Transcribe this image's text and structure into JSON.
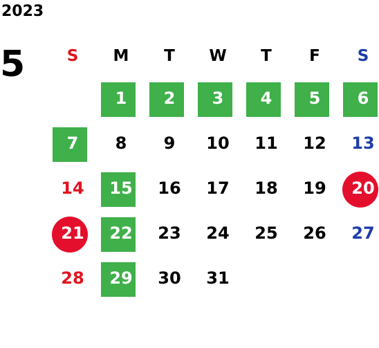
{
  "year": "2023",
  "month": "5",
  "colors": {
    "sunday": "#e0141e",
    "saturday": "#1e3da8",
    "default": "#000000",
    "on_marker": "#ffffff",
    "green_marker": "#3fb04a",
    "red_marker": "#e30f2c"
  },
  "weekdays": [
    "S",
    "M",
    "T",
    "W",
    "T",
    "F",
    "S"
  ],
  "weeks": [
    [
      null,
      {
        "day": "1",
        "marker": "green"
      },
      {
        "day": "2",
        "marker": "green"
      },
      {
        "day": "3",
        "marker": "green"
      },
      {
        "day": "4",
        "marker": "green"
      },
      {
        "day": "5",
        "marker": "green"
      },
      {
        "day": "6",
        "marker": "green"
      }
    ],
    [
      {
        "day": "7",
        "marker": "green"
      },
      {
        "day": "8"
      },
      {
        "day": "9"
      },
      {
        "day": "10"
      },
      {
        "day": "11"
      },
      {
        "day": "12"
      },
      {
        "day": "13"
      }
    ],
    [
      {
        "day": "14"
      },
      {
        "day": "15",
        "marker": "green"
      },
      {
        "day": "16"
      },
      {
        "day": "17"
      },
      {
        "day": "18"
      },
      {
        "day": "19"
      },
      {
        "day": "20",
        "marker": "red"
      }
    ],
    [
      {
        "day": "21",
        "marker": "red"
      },
      {
        "day": "22",
        "marker": "green"
      },
      {
        "day": "23"
      },
      {
        "day": "24"
      },
      {
        "day": "25"
      },
      {
        "day": "26"
      },
      {
        "day": "27"
      }
    ],
    [
      {
        "day": "28"
      },
      {
        "day": "29",
        "marker": "green"
      },
      {
        "day": "30"
      },
      {
        "day": "31"
      },
      null,
      null,
      null
    ]
  ]
}
